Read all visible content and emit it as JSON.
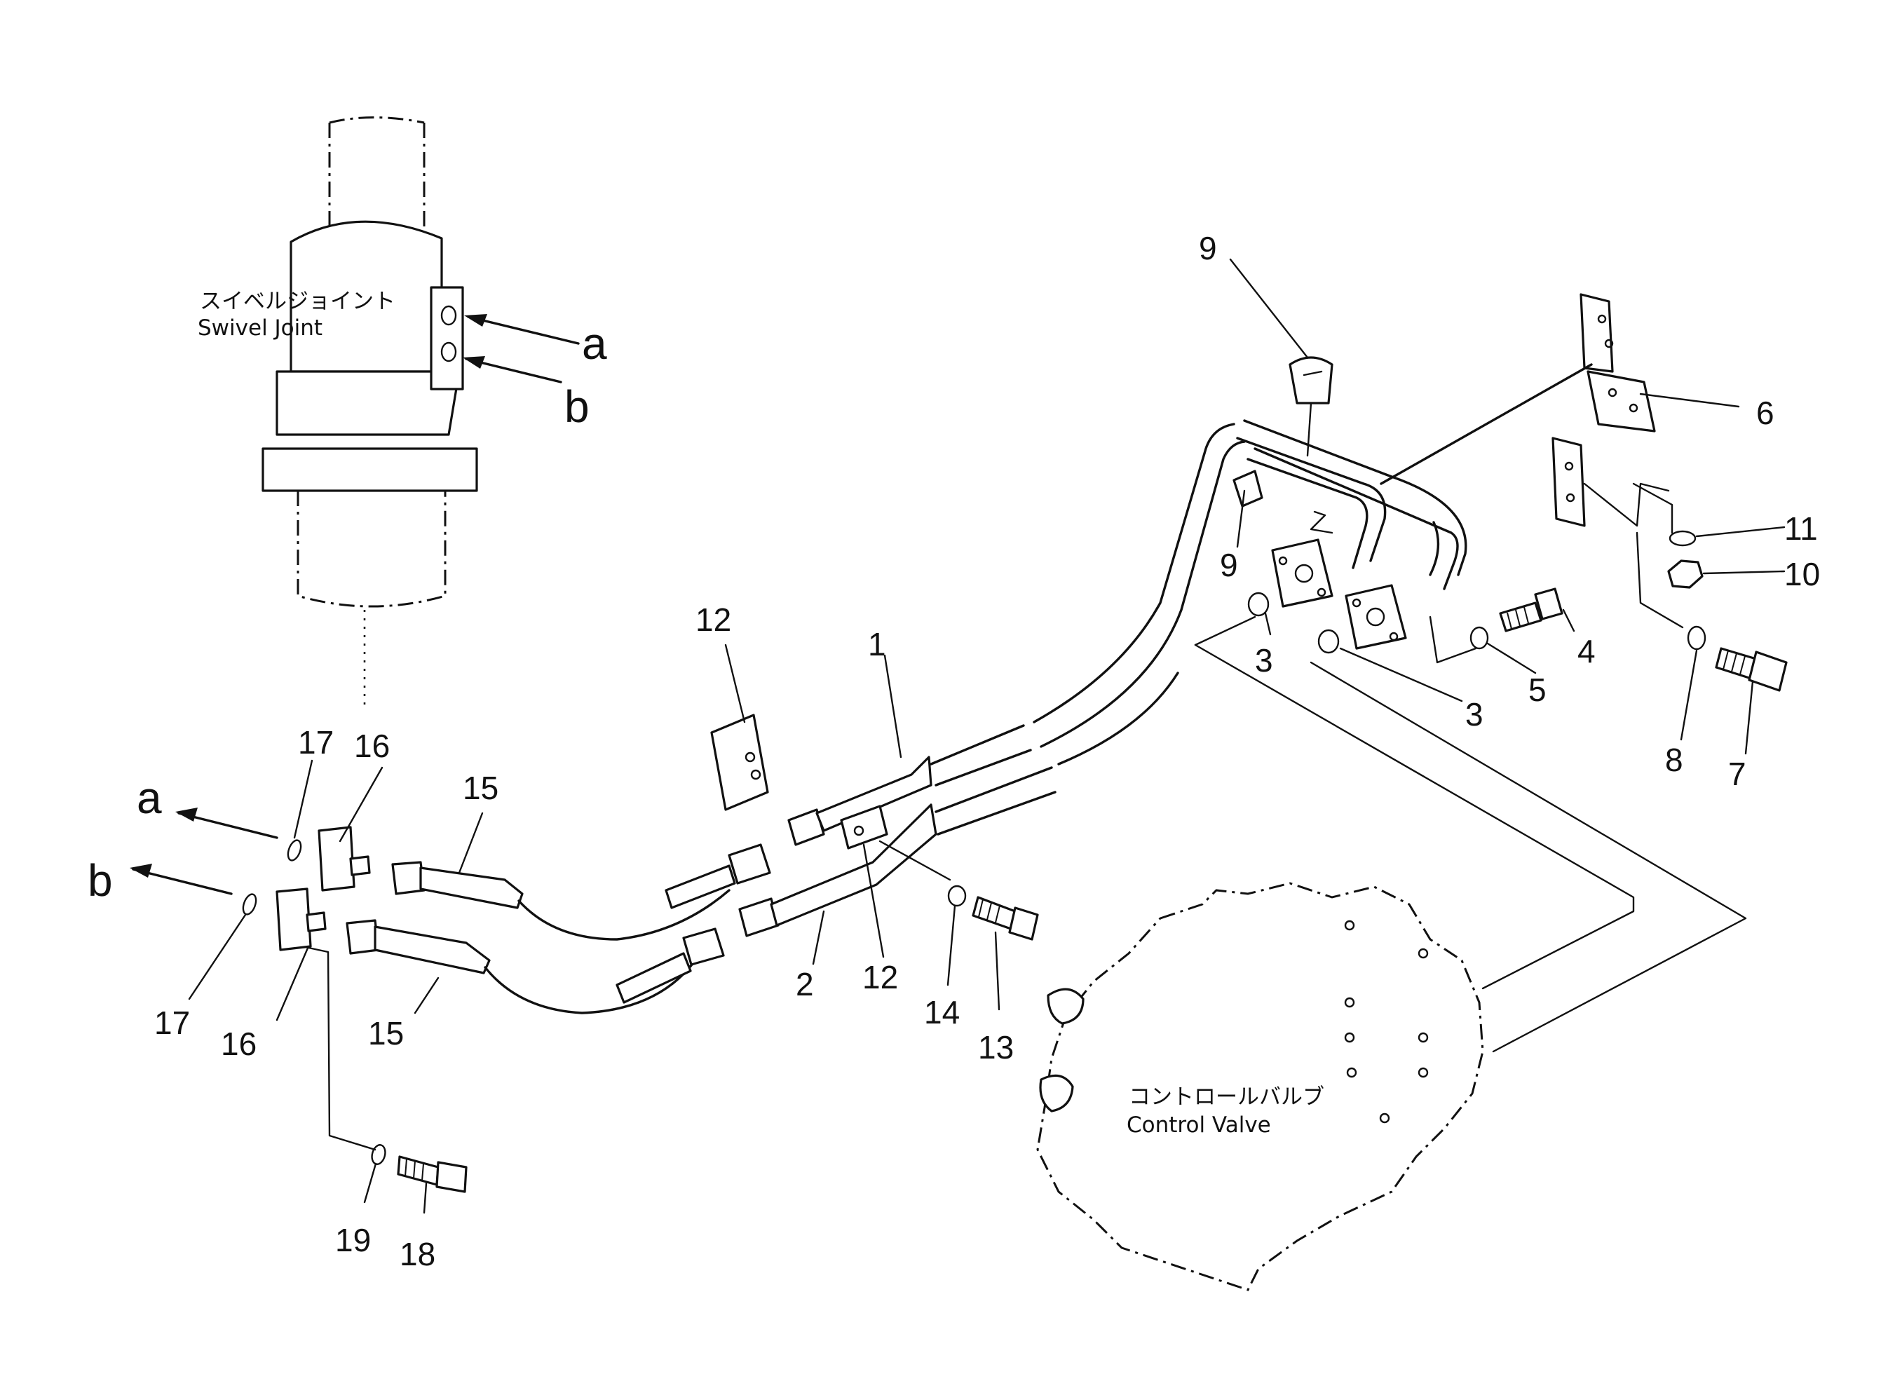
{
  "components": {
    "swivel_joint": {
      "label_jp": "スイベルジョイント",
      "label_en": "Swivel  Joint"
    },
    "control_valve": {
      "label_jp": "コントロールバルブ",
      "label_en": "Control  Valve"
    }
  },
  "ports": {
    "a": "a",
    "b": "b"
  },
  "callouts": {
    "c1": "1",
    "c2": "2",
    "c3": "3",
    "c4": "4",
    "c5": "5",
    "c6": "6",
    "c7": "7",
    "c8": "8",
    "c9": "9",
    "c10": "10",
    "c11": "11",
    "c12": "12",
    "c13": "13",
    "c14": "14",
    "c15": "15",
    "c16": "16",
    "c17": "17",
    "c18": "18",
    "c19": "19"
  },
  "colors": {
    "ink": "#111111",
    "paper": "#ffffff"
  }
}
